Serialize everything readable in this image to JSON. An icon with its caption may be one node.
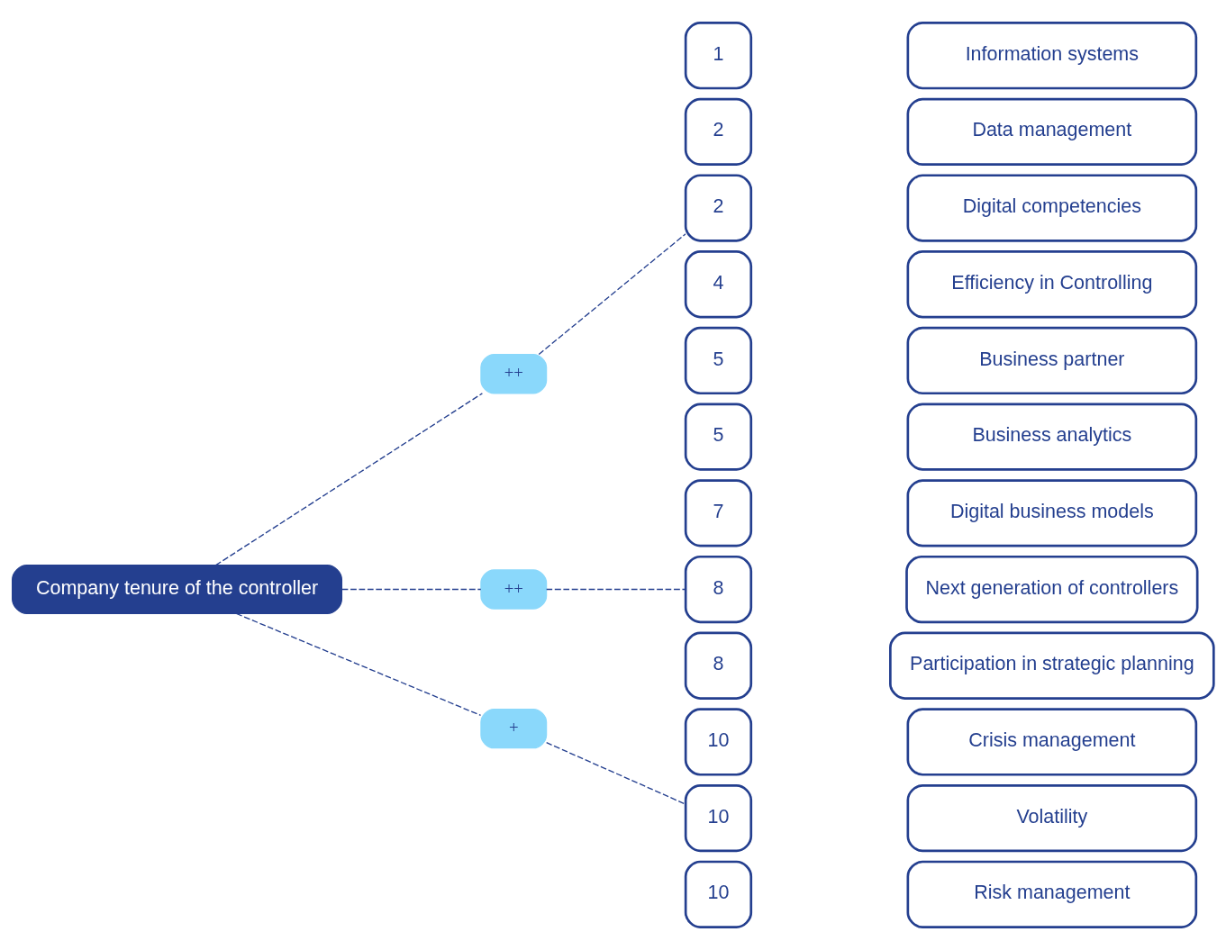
{
  "diagram": {
    "nodes": [
      {
        "text": [
          "Company tenure of the controller"
        ]
      },
      {
        "text": [
          "++"
        ]
      },
      {
        "text": [
          "++"
        ]
      },
      {
        "text": [
          "+"
        ]
      },
      {
        "text": [
          "1"
        ]
      },
      {
        "text": [
          "Information systems"
        ]
      },
      {
        "text": [
          "2"
        ]
      },
      {
        "text": [
          "Data management"
        ]
      },
      {
        "text": [
          "2"
        ]
      },
      {
        "text": [
          "Digital competencies"
        ]
      },
      {
        "text": [
          "4"
        ]
      },
      {
        "text": [
          "Efficiency in Controlling"
        ]
      },
      {
        "text": [
          "5"
        ]
      },
      {
        "text": [
          "Business partner"
        ]
      },
      {
        "text": [
          "5"
        ]
      },
      {
        "text": [
          "Business analytics"
        ]
      },
      {
        "text": [
          "7"
        ]
      },
      {
        "text": [
          "Digital business models"
        ]
      },
      {
        "text": [
          "8"
        ]
      },
      {
        "text": [
          "Next generation of controllers"
        ]
      },
      {
        "text": [
          "8"
        ]
      },
      {
        "text": [
          "Participation in strategic planning"
        ]
      },
      {
        "text": [
          "10"
        ]
      },
      {
        "text": [
          "Crisis management"
        ]
      },
      {
        "text": [
          "10"
        ]
      },
      {
        "text": [
          "Volatility"
        ]
      },
      {
        "text": [
          "10"
        ]
      },
      {
        "text": [
          "Risk management"
        ]
      }
    ],
    "edges": [
      {
        "from": 0,
        "to": 1,
        "arrow": "none",
        "style": "dashed"
      },
      {
        "from": 1,
        "to": 8,
        "arrow": "none",
        "style": "dashed"
      },
      {
        "from": 0,
        "to": 2,
        "arrow": "none",
        "style": "dashed"
      },
      {
        "from": 2,
        "to": 18,
        "arrow": "none",
        "style": "dashed"
      },
      {
        "from": 0,
        "to": 3,
        "arrow": "none",
        "style": "dashed"
      },
      {
        "from": 3,
        "to": 24,
        "arrow": "none",
        "style": "dashed"
      }
    ]
  }
}
